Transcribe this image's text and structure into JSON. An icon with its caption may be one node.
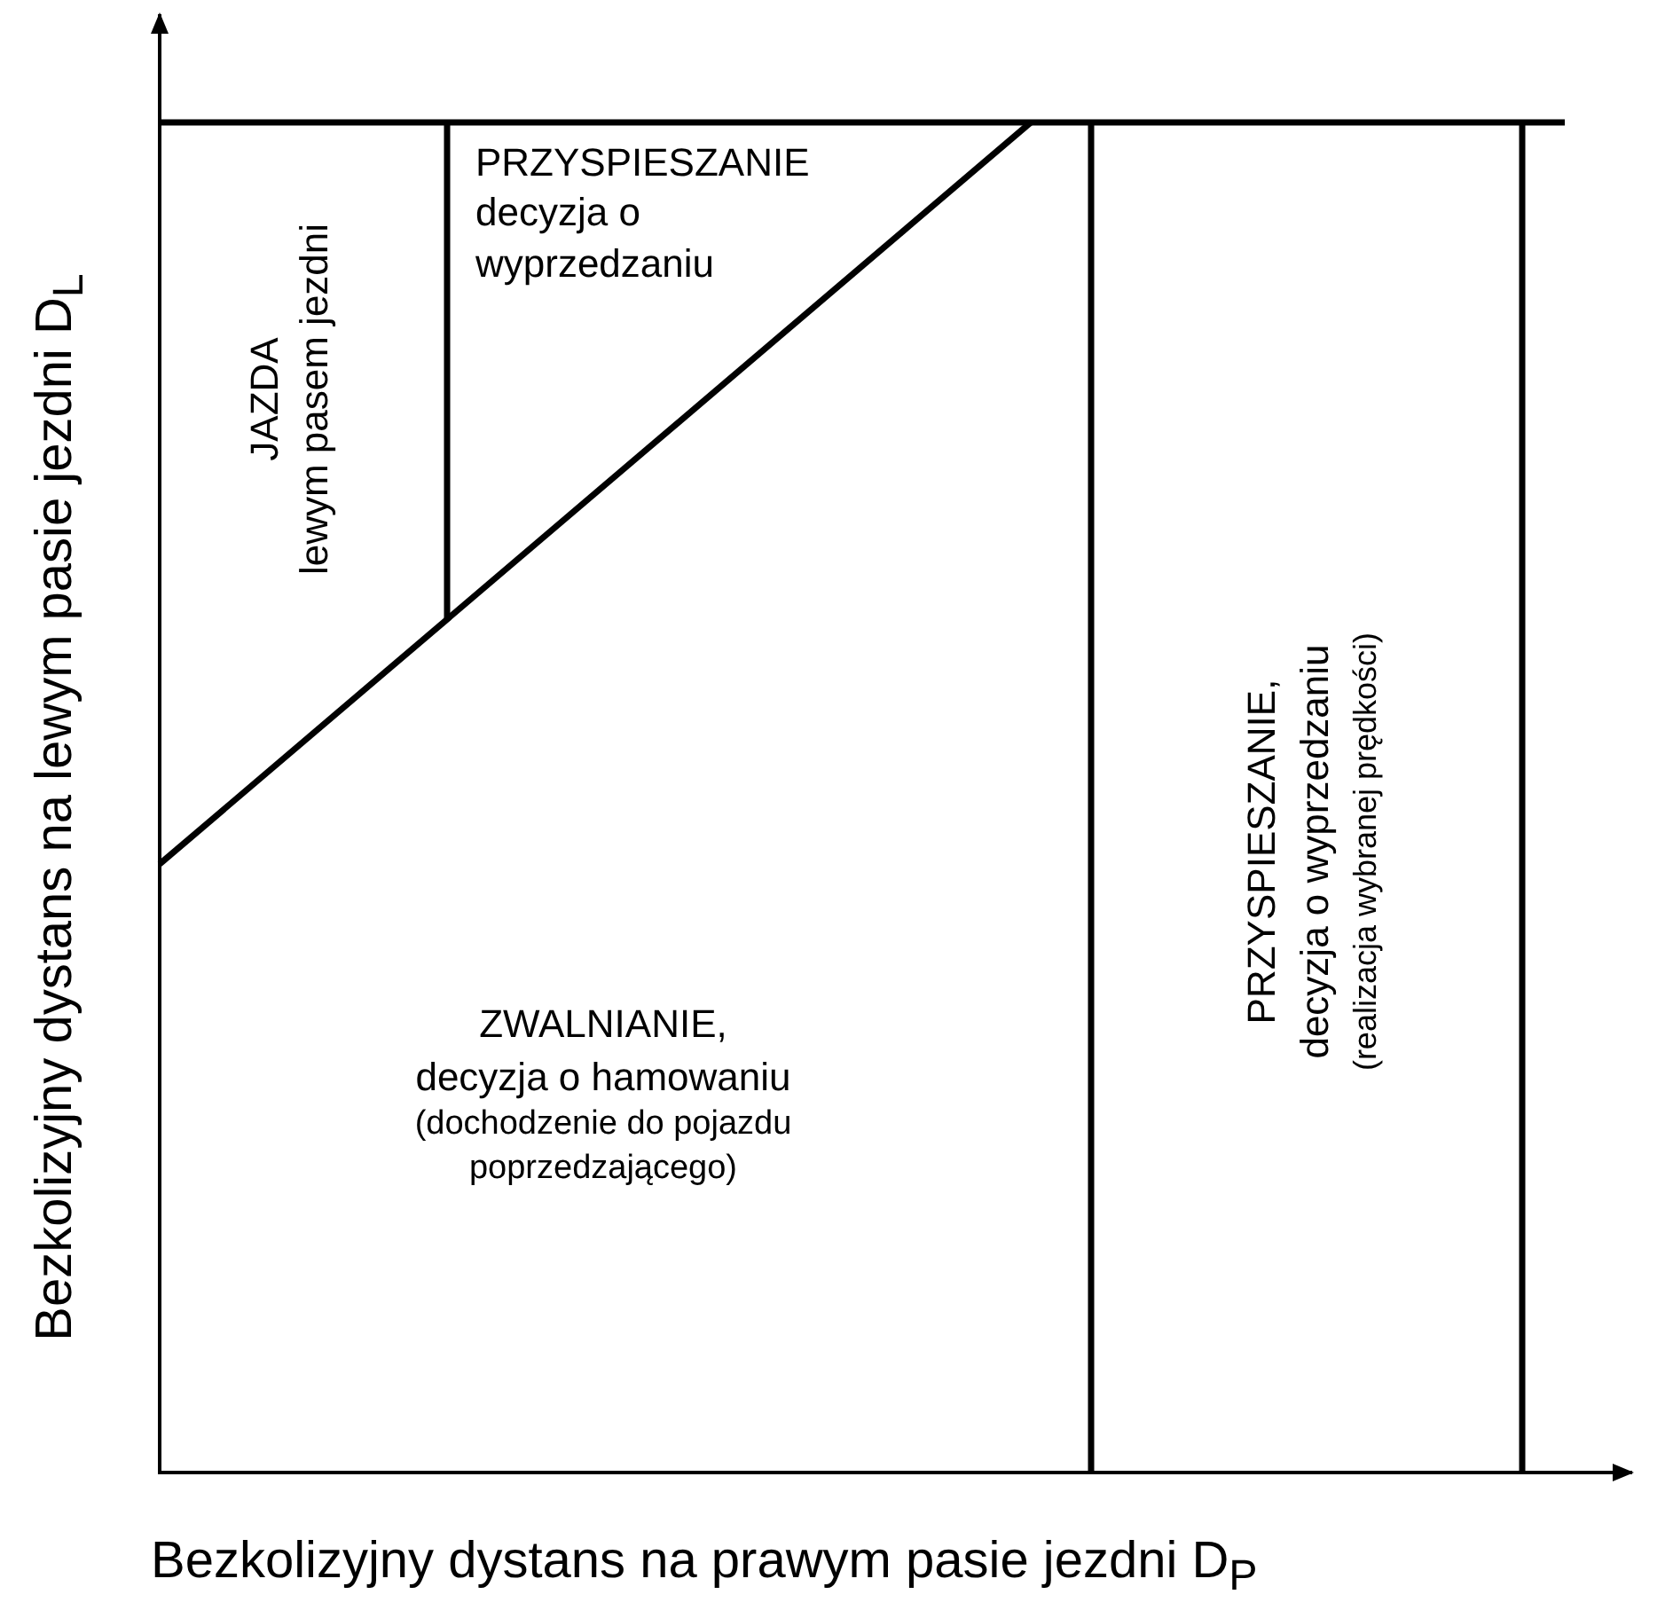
{
  "diagram": {
    "labels": [
      "JAZDA",
      "lewym pasem jezdni",
      "PRZYSPIESZANIE",
      "decyzja o wyprzedzaniu",
      "ZWALNIANIE,",
      "decyzja o hamowaniu",
      "(dochodzenie do pojazdu poprzedzającego)",
      "PRZYSPIESZANIE,",
      "decyzja o wyprzedzaniu",
      "(realizacja wybranej prędkości)",
      "Bezkolizyjny dystans na lewym pasie jezdni D$_{L}$",
      "Bezkolizyjny dystans na prawym pasie jezdni D$_{P}$"
    ]
  }
}
